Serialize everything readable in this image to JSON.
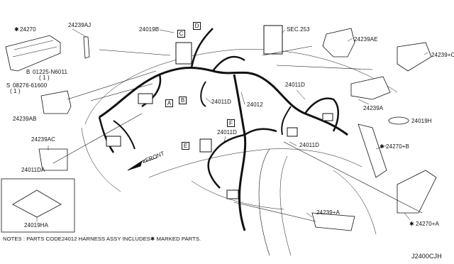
{
  "labels": {
    "p24270": "24270",
    "p24239aj": "24239AJ",
    "p24019b": "24019B",
    "sec253": "SEC.253",
    "p24239ae": "24239AE",
    "p24239c": "24239+C",
    "bolt1": "01225-N6011",
    "bolt1_qty": "( 1 )",
    "bolt2": "08276-61600",
    "bolt2_qty": "( 1 )",
    "p24239ab": "24239AB",
    "p24011d_a": "24011D",
    "p24011d_b": "24011D",
    "p24012": "24012",
    "p24239a": "24239A",
    "p24019h": "24019H",
    "p24011d_c": "24011D",
    "p24011d_d": "24011D",
    "p24270b": "24270+B",
    "p24239ac": "24239AC",
    "p24011da": "24011DA",
    "front": "FRONT",
    "p24239pa": "24239+A",
    "p24270a": "24270+A",
    "p24019ha": "24019HA"
  },
  "markers": {
    "asterisk": "✱",
    "circle_b": "B",
    "circle_s": "S"
  },
  "callouts": {
    "A": "A",
    "B": "B",
    "C": "C",
    "D": "D",
    "E": "E",
    "F": "F"
  },
  "notes": "NOTES : PARTS CODE24012 HARNESS ASSY INCLUDES✱ MARKED PARTS.",
  "diagram_code": "J2400CJH",
  "colors": {
    "ink": "#111111",
    "background": "#ffffff"
  }
}
